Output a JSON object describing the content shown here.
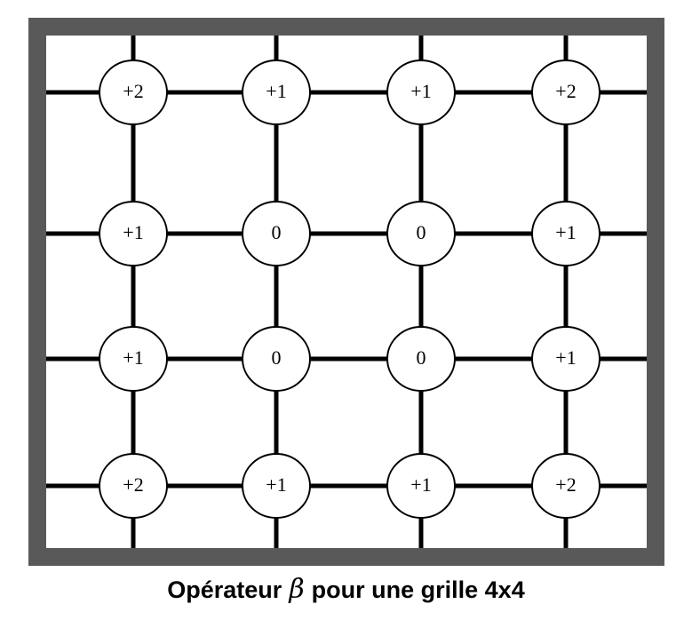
{
  "caption": {
    "prefix": "Opérateur",
    "symbol": "β",
    "suffix": "pour une grille 4x4"
  },
  "grid": {
    "rows": 4,
    "cols": 4,
    "values": [
      [
        "+2",
        "+1",
        "+1",
        "+2"
      ],
      [
        "+1",
        "0",
        "0",
        "+1"
      ],
      [
        "+1",
        "0",
        "0",
        "+1"
      ],
      [
        "+2",
        "+1",
        "+1",
        "+2"
      ]
    ]
  },
  "colors": {
    "frame": "#595959",
    "line": "#000000",
    "background": "#ffffff"
  }
}
